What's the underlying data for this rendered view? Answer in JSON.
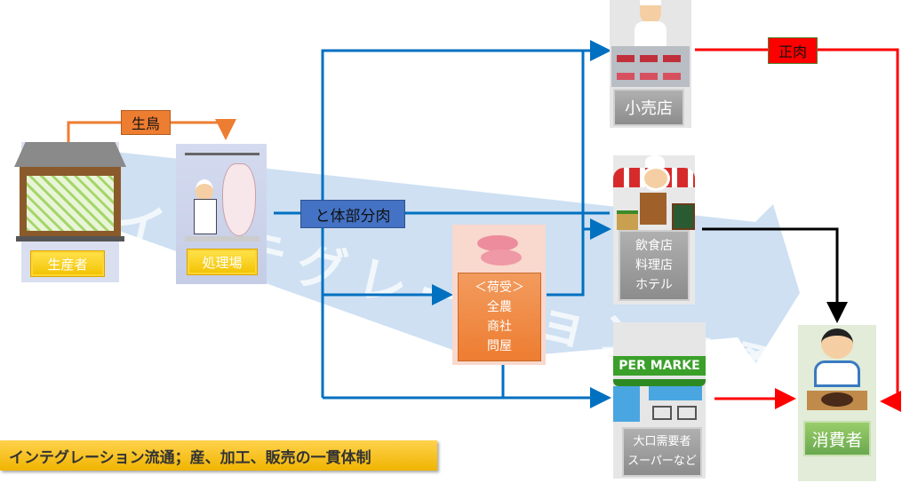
{
  "watermark": "インテグレーション流通",
  "flows": {
    "live_bird": "生鳥",
    "carcass_parts": "と体部分肉",
    "retail_meat": "正肉"
  },
  "nodes": {
    "producer": "生産者",
    "processing_plant": "処理場",
    "wholesaler": [
      "＜荷受＞",
      "全農",
      "商社",
      "問屋"
    ],
    "retailer": "小売店",
    "restaurant": [
      "飲食店",
      "料理店",
      "ホテル"
    ],
    "bulk_buyer": [
      "大口需要者",
      "スーパーなど"
    ],
    "supermarket_sign": "PER MARKE",
    "consumer": "消費者"
  },
  "caption": "インテグレーション流通；産、加工、販売の一貫体制",
  "colors": {
    "blue_flow": "#0070c0",
    "red_flow": "#ff0000",
    "black_flow": "#000000",
    "orange_flow": "#ed7d31",
    "band": "#c5dbf0"
  }
}
